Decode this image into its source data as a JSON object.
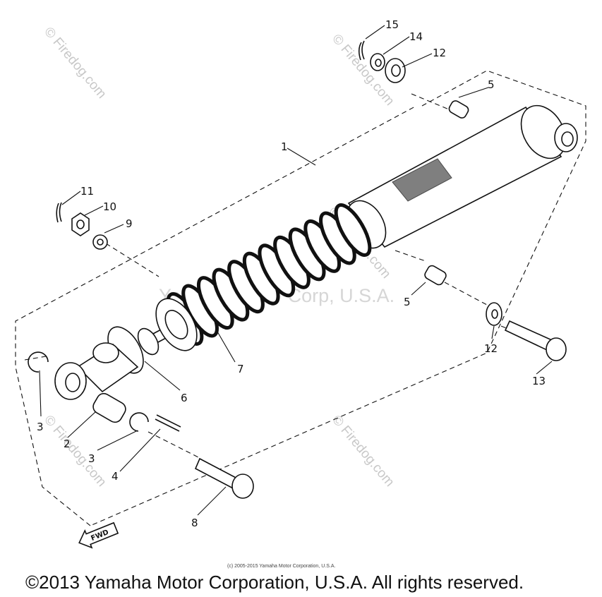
{
  "watermarks": {
    "site": "© Firedog.com",
    "center": "Yamaha Motor Corp, U.S.A."
  },
  "callouts": {
    "c1": "1",
    "c2": "2",
    "c3a": "3",
    "c3b": "3",
    "c4": "4",
    "c5a": "5",
    "c5b": "5",
    "c6": "6",
    "c7": "7",
    "c8": "8",
    "c9": "9",
    "c10": "10",
    "c11": "11",
    "c12a": "12",
    "c12b": "12",
    "c13": "13",
    "c14": "14",
    "c15": "15"
  },
  "direction_tag": "FWD",
  "credit_small": "(c) 2005-2015 Yamaha Motor Corporation, U.S.A.",
  "footer": "©2013 Yamaha Motor Corporation, U.S.A. All rights reserved."
}
